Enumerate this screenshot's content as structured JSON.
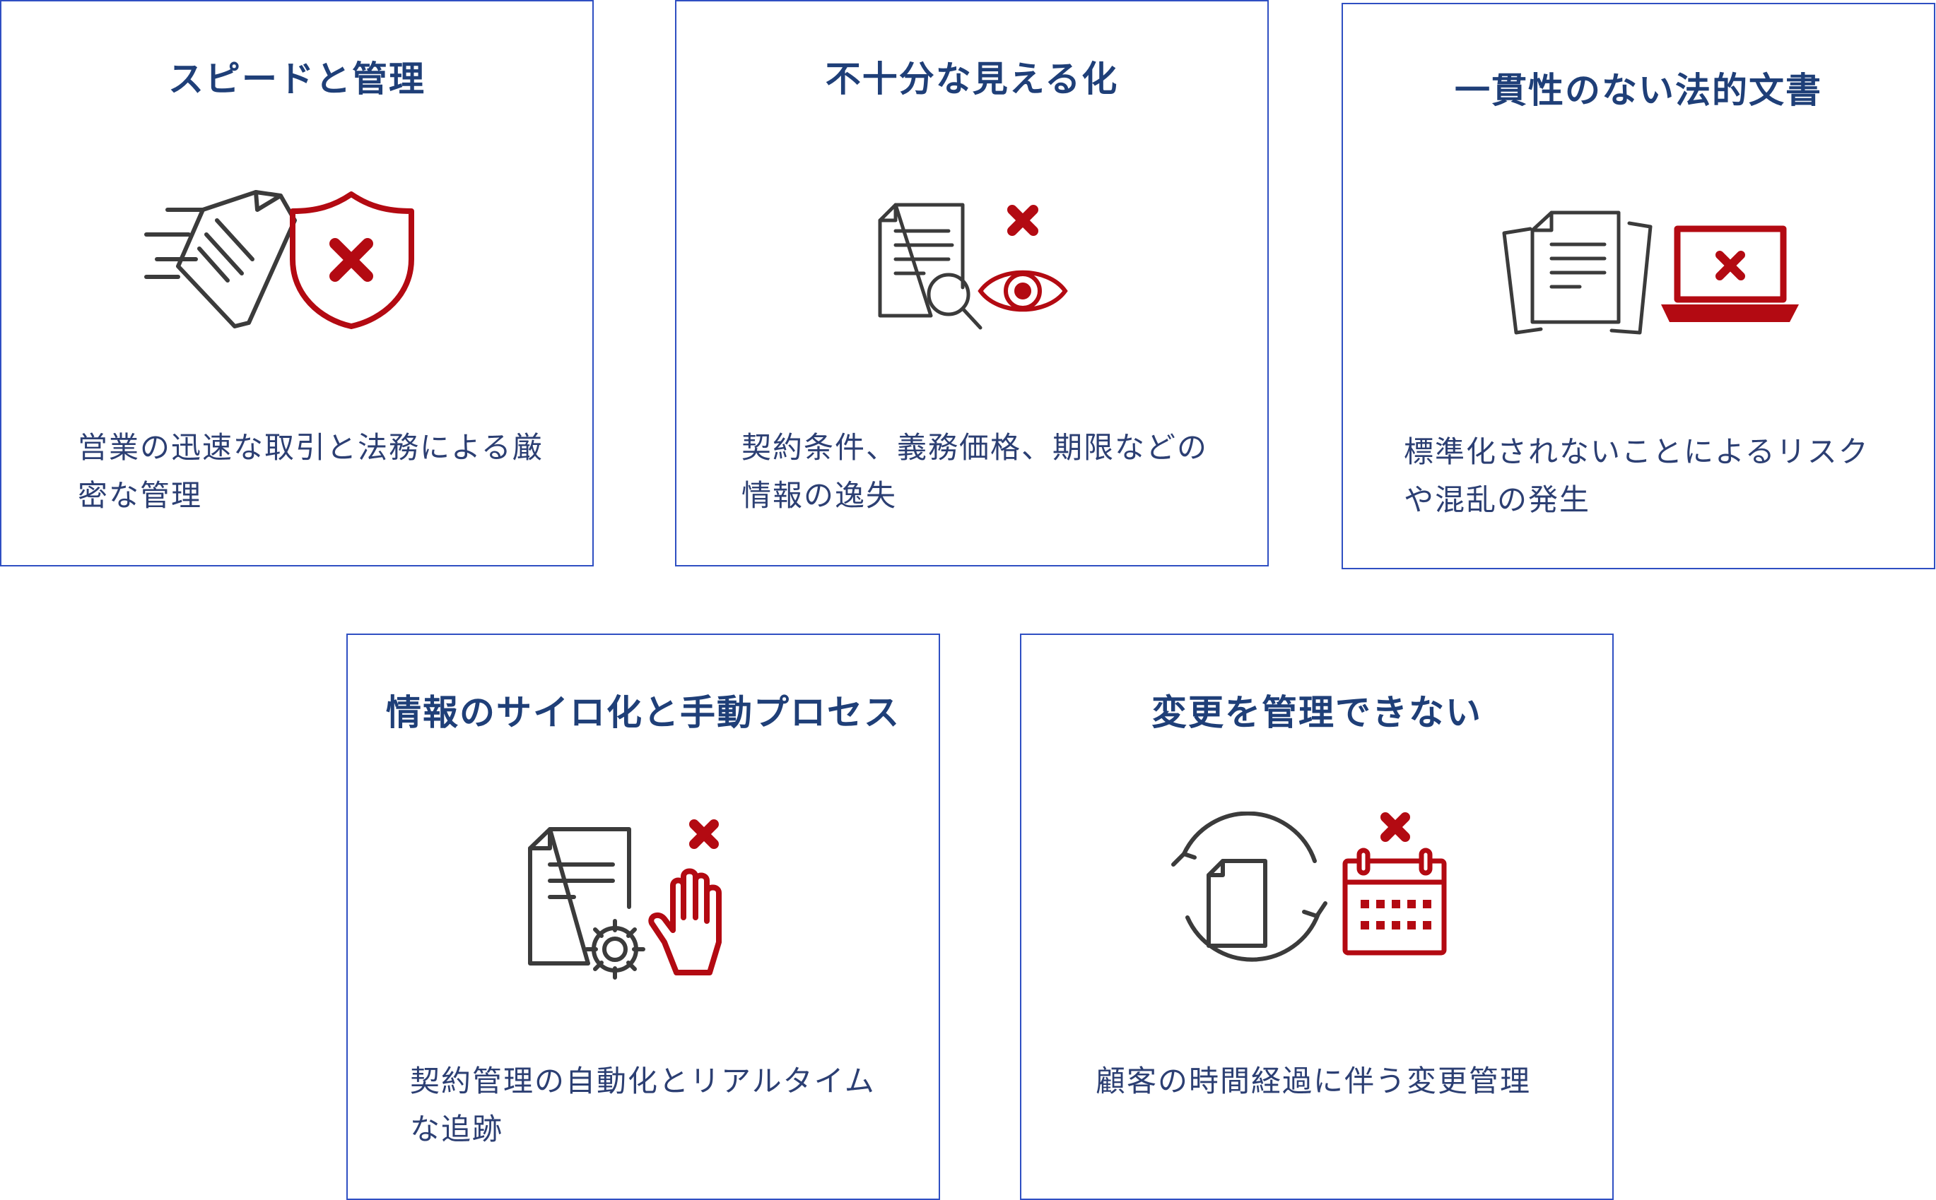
{
  "colors": {
    "border": "#2f4fc2",
    "title": "#1f3f78",
    "text": "#2c3f73",
    "icon_dark": "#3b3b3b",
    "icon_red": "#b30a12"
  },
  "cards": [
    {
      "title": "スピードと管理",
      "description": "営業の迅速な取引と法務による厳密な管理",
      "icon": "document-speed-shield-x-icon"
    },
    {
      "title": "不十分な見える化",
      "description": "契約条件、義務価格、期限などの情報の逸失",
      "icon": "document-search-eye-x-icon"
    },
    {
      "title": "一貫性のない法的文書",
      "description": "標準化されないことによるリスクや混乱の発生",
      "icon": "documents-laptop-x-icon"
    },
    {
      "title": "情報のサイロ化と手動プロセス",
      "description": "契約管理の自動化とリアルタイムな追跡",
      "icon": "document-gear-hand-x-icon"
    },
    {
      "title": "変更を管理できない",
      "description": "顧客の時間経過に伴う変更管理",
      "icon": "document-cycle-calendar-x-icon"
    }
  ]
}
